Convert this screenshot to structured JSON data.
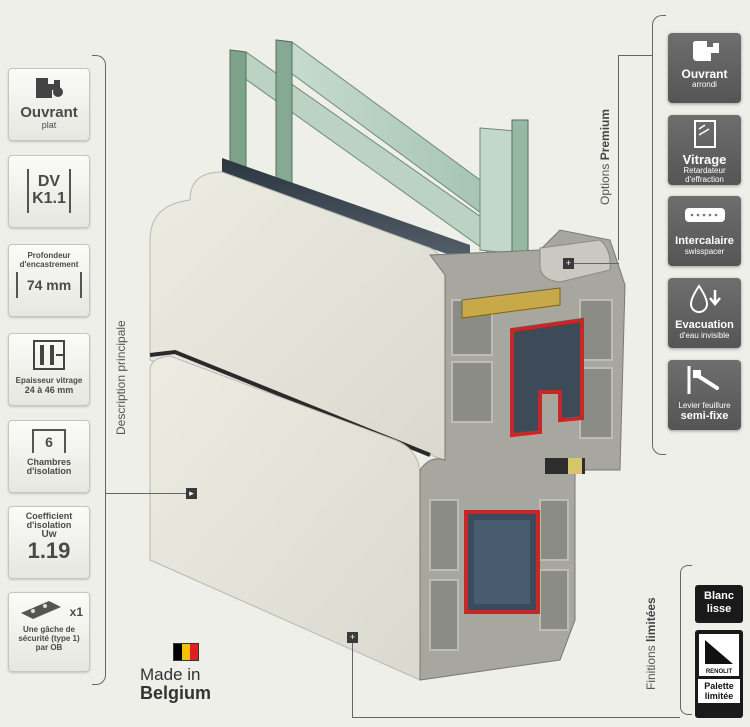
{
  "left_features": {
    "label": "Description principale",
    "tiles": [
      {
        "title": "Ouvrant",
        "subtitle": "plat",
        "icon": "sash-flat-icon"
      },
      {
        "line1": "DV",
        "line2": "K1.1"
      },
      {
        "caption": "Profondeur d'encastrement",
        "value": "74 mm"
      },
      {
        "caption1": "Epaisseur vitrage",
        "caption2": "24 à 46 mm"
      },
      {
        "number": "6",
        "caption1": "Chambres",
        "caption2": "d'isolation"
      },
      {
        "caption1": "Coefficient",
        "caption2": "d'isolation",
        "caption3": "Uw",
        "value": "1.19"
      },
      {
        "count": "x1",
        "caption1": "Une gâche de",
        "caption2": "sécurité (type 1)",
        "caption3": "par OB"
      }
    ]
  },
  "premium_options": {
    "label_prefix": "Options",
    "label_bold": "Premium",
    "tiles": [
      {
        "title": "Ouvrant",
        "subtitle": "arrondi",
        "icon": "sash-rounded-icon"
      },
      {
        "title": "Vitrage",
        "subtitle1": "Retardateur",
        "subtitle2": "d'effraction",
        "icon": "glass-pane-icon"
      },
      {
        "title": "Intercalaire",
        "subtitle": "swisspacer",
        "icon": "spacer-icon"
      },
      {
        "title": "Evacuation",
        "subtitle": "d'eau invisible",
        "icon": "water-drop-icon"
      },
      {
        "title1": "Levier feuillure",
        "title2": "semi-fixe",
        "icon": "lever-icon"
      }
    ]
  },
  "finishes": {
    "label_prefix": "Finitions",
    "label_bold": "limitées",
    "tiles": [
      {
        "line1": "Blanc",
        "line2": "lisse"
      },
      {
        "brand": "RENOLIT",
        "line1": "Palette",
        "line2": "limitée"
      }
    ]
  },
  "made_in": {
    "line1": "Made in",
    "line2": "Belgium",
    "flag_colors": [
      "#000000",
      "#f2c200",
      "#e01e24"
    ]
  },
  "markers": {
    "plus": "+",
    "arrow": "▸"
  },
  "colors": {
    "profile": "#e6e6dc",
    "chamber": "#9b9b95",
    "steel_red": "#c62828",
    "glass": "#a9c8b4",
    "tile_dark": "#5f5f5f"
  }
}
